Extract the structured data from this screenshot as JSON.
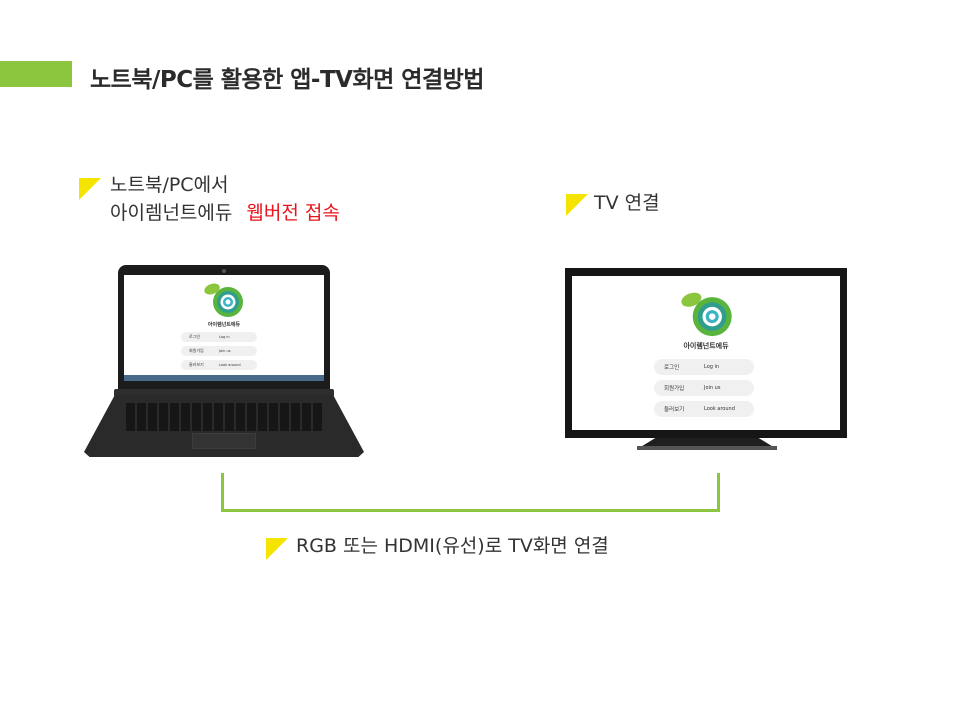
{
  "title": "노트북/PC를 활용한 앱-TV화면 연결방법",
  "colors": {
    "accent_green": "#8cc63f",
    "marker_yellow": "#f5e300",
    "highlight_red": "#e8141b"
  },
  "laptop_label": {
    "line1": "노트북/PC에서",
    "line2_prefix": "아이렘넌트에듀",
    "line2_highlight": "웹버전 접속"
  },
  "tv_label": "TV  연결",
  "connection_label": "RGB  또는  HDMI(유선)로  TV화면  연결",
  "app": {
    "brand": "아이렘넌트에듀",
    "menu": [
      {
        "label": "로그인",
        "value": "Log in"
      },
      {
        "label": "회원가입",
        "value": "Join us"
      },
      {
        "label": "둘러보기",
        "value": "Look around"
      }
    ]
  }
}
